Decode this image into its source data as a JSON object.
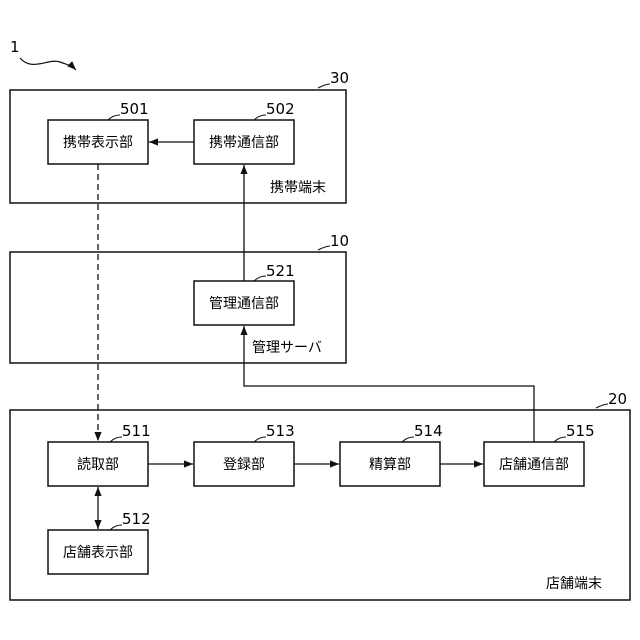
{
  "figure_ref": "1",
  "groups": {
    "portable": {
      "ref": "30",
      "label": "携帯端末"
    },
    "server": {
      "ref": "10",
      "label": "管理サーバ"
    },
    "store": {
      "ref": "20",
      "label": "店舗端末"
    }
  },
  "blocks": {
    "b501": {
      "ref": "501",
      "label": "携帯表示部"
    },
    "b502": {
      "ref": "502",
      "label": "携帯通信部"
    },
    "b521": {
      "ref": "521",
      "label": "管理通信部"
    },
    "b511": {
      "ref": "511",
      "label": "読取部"
    },
    "b513": {
      "ref": "513",
      "label": "登録部"
    },
    "b514": {
      "ref": "514",
      "label": "精算部"
    },
    "b515": {
      "ref": "515",
      "label": "店舗通信部"
    },
    "b512": {
      "ref": "512",
      "label": "店舗表示部"
    }
  },
  "colors": {
    "line": "#111111",
    "background": "#ffffff"
  }
}
